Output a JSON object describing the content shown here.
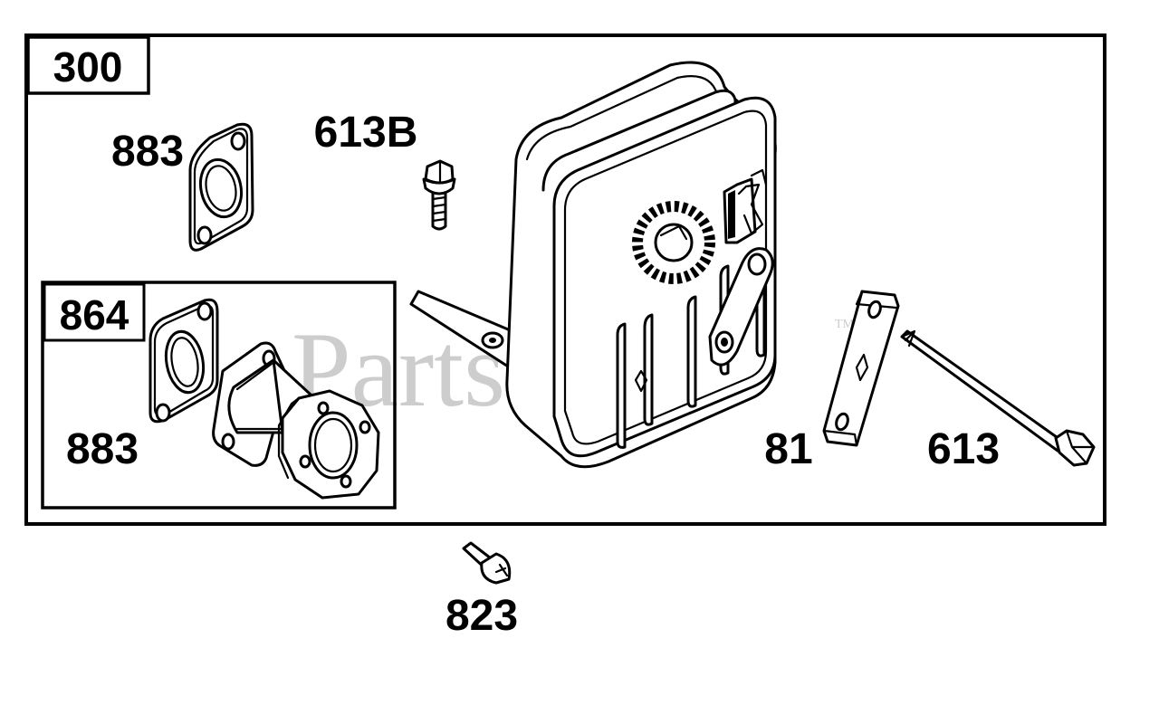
{
  "diagram": {
    "group_main_label": "300",
    "group_sub_label": "864",
    "watermark": "PartsTree",
    "watermark_tm": "TM",
    "callouts": {
      "gasket_top": "883",
      "bolt_small": "613B",
      "gasket_sub": "883",
      "lock_plate": "81",
      "bolt_long": "613",
      "screw": "823"
    }
  }
}
